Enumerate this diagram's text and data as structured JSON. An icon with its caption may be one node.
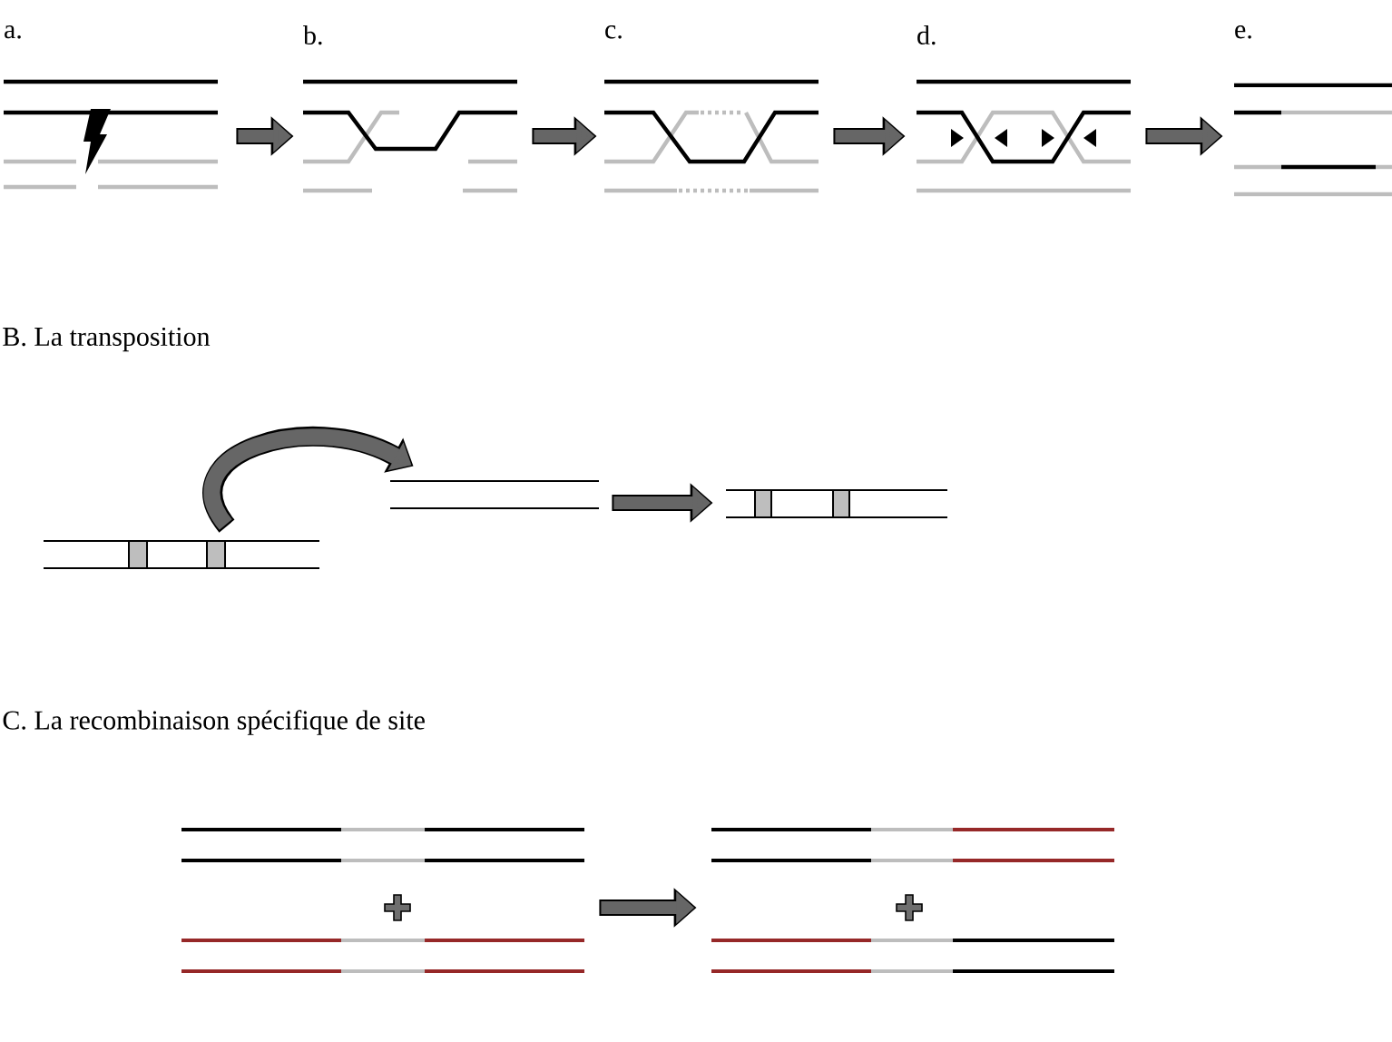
{
  "diagram": {
    "nodes": [
      {
        "text": [
          "a."
        ]
      },
      {
        "text": [
          "b."
        ]
      },
      {
        "text": [
          "c."
        ]
      },
      {
        "text": [
          "d."
        ]
      },
      {
        "text": [
          "e."
        ]
      },
      {
        "text": [],
        "shape": "picture"
      },
      {
        "text": [],
        "shape": "picture"
      },
      {
        "text": [],
        "shape": "picture"
      },
      {
        "text": [],
        "shape": "picture"
      },
      {
        "text": [],
        "shape": "picture"
      }
    ],
    "edges": [
      {
        "from": 0,
        "to": 1,
        "arrow": "to"
      },
      {
        "from": 1,
        "to": 2,
        "arrow": "to"
      },
      {
        "from": 2,
        "to": 3,
        "arrow": "to"
      },
      {
        "from": 3,
        "to": 4,
        "arrow": "to"
      },
      {
        "from": 5,
        "to": 6,
        "arrow": "to"
      },
      {
        "from": 6,
        "to": 7,
        "arrow": "to"
      },
      {
        "from": 8,
        "to": 9,
        "arrow": "to"
      }
    ],
    "labels": [
      "B. La transposition",
      "C. La recombinaison spécifique de site"
    ]
  }
}
